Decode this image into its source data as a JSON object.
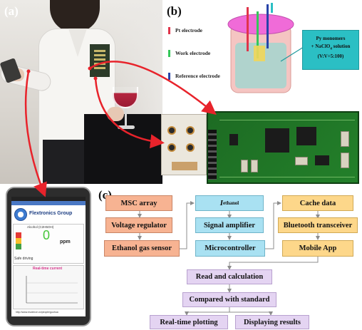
{
  "panels": {
    "a": "(a)",
    "b": "(b)",
    "c": "(c)"
  },
  "electrodes": {
    "pt": {
      "label": "Pt electrode",
      "color": "#e0344a"
    },
    "work": {
      "label": "Work electrode",
      "color": "#34c759"
    },
    "reference": {
      "label": "Reference electrode",
      "color": "#2743a8"
    }
  },
  "solution_note": {
    "line1": "Py monomers",
    "line2": "+ NaClO",
    "line2_sub": "4",
    "line2_rest": " solution",
    "line3": "(V:V=5:100)"
  },
  "phone": {
    "company": "Flextronics Group",
    "sensor_label": "Alcohol (C2H5OH)",
    "reading": "0",
    "unit": "ppm",
    "status": "Safe driving",
    "graph_title": "Real-time current",
    "url": "http://www.escience.cn/people/guohua"
  },
  "flowchart": {
    "left": [
      "MSC array",
      "Voltage regulator",
      "Ethanol gas sensor"
    ],
    "middle_top_symbol": "I",
    "middle_top_sub": "ethanol",
    "middle": [
      "Signal amplifier",
      "Microcontroller"
    ],
    "right": [
      "Cache data",
      "Bluetooth transceiver",
      "Mobile App"
    ],
    "bottom": [
      "Read and calculation",
      "Compared with standard"
    ],
    "outputs": [
      "Real-time plotting",
      "Displaying results"
    ]
  },
  "colors": {
    "arrow_red": "#e8232b",
    "box_orange": "#f7b392",
    "box_blue": "#a9e1f2",
    "box_yellow": "#fdd78a",
    "box_purple": "#e4d4f2",
    "cell_label_bg": "#2bbfc4"
  }
}
